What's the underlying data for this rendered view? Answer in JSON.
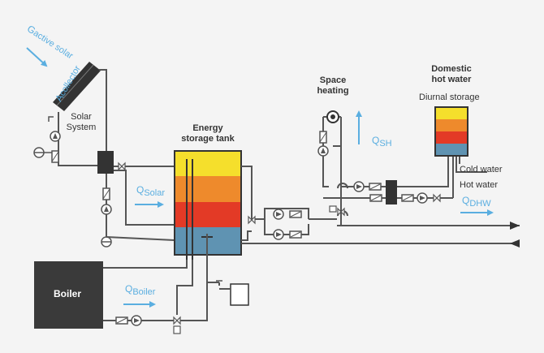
{
  "solar": {
    "g_symbol": "G",
    "g_subscript": "active solar",
    "a_symbol": "A",
    "a_subscript": "collector",
    "system_label_1": "Solar",
    "system_label_2": "System"
  },
  "tank": {
    "title_1": "Energy",
    "title_2": "storage tank",
    "layer_colors": [
      "#f5df2c",
      "#ee8a2c",
      "#e33a26",
      "#5f93b2"
    ]
  },
  "space_heating": {
    "title_1": "Space",
    "title_2": "heating",
    "q_symbol": "Q",
    "q_subscript": "SH"
  },
  "dhw": {
    "title_1": "Domestic",
    "title_2": "hot water",
    "subtitle": "Diurnal storage",
    "cold_water": "Cold water",
    "hot_water": "Hot water",
    "q_symbol": "Q",
    "q_subscript": "DHW"
  },
  "flows": {
    "q_solar_symbol": "Q",
    "q_solar_subscript": "Solar",
    "q_boiler_symbol": "Q",
    "q_boiler_subscript": "Boiler"
  },
  "boiler": {
    "label": "Boiler"
  },
  "colors": {
    "pipe": "#555555",
    "flow_arrow": "#5aaee0",
    "boiler": "#3a3a3a",
    "collector": "#333333"
  }
}
